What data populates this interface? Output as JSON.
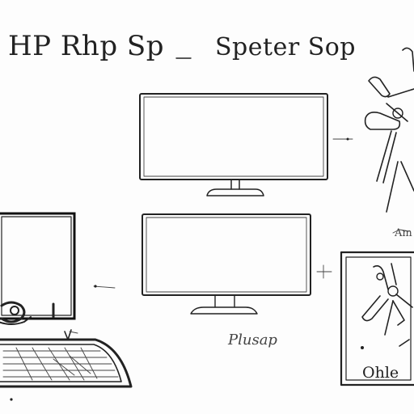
{
  "title_left": "HP Rhp Sp",
  "title_right": "Speter Sop",
  "scribble_mid": "Plusap",
  "panel_label": "Ohle",
  "tag_top_right": "Am",
  "colors": {
    "ink": "#222222",
    "paper": "#fdfdfd"
  },
  "icons": {
    "monitor_large": "monitor-icon",
    "monitor_small": "monitor-icon",
    "crt_tv": "tv-icon",
    "keyboard": "keyboard-icon",
    "fan_blades": "fan-icon",
    "framed_panel": "panel-icon"
  }
}
